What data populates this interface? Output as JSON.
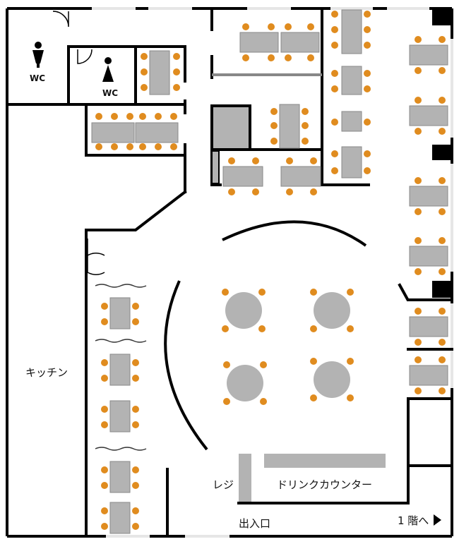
{
  "labels": {
    "wc_men": "WC",
    "wc_women": "WC",
    "kitchen": "キッチン",
    "register": "レジ",
    "drink_counter": "ドリンクカウンター",
    "entrance": "出入口",
    "to_first_floor": "1 階へ"
  },
  "colors": {
    "wall": "#000000",
    "table": "#b3b3b3",
    "table_border": "#8a8a8a",
    "chair": "#e08c1f",
    "window": "#dddddd"
  },
  "icons": {
    "men": "male-icon",
    "women": "female-icon",
    "arrow": "triangle-right-icon"
  }
}
